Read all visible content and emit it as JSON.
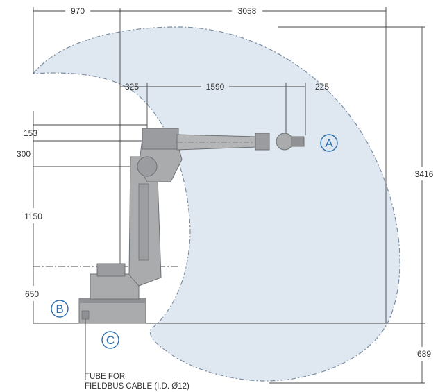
{
  "dimensions": {
    "top_left": "970",
    "top_right": "3058",
    "arm_offset": "325",
    "arm_length": "1590",
    "wrist": "225",
    "left_153": "153",
    "left_300": "300",
    "left_1150": "1150",
    "left_650": "650",
    "right_height": "3416",
    "right_below": "689"
  },
  "labels": {
    "a": "A",
    "b": "B",
    "c": "C"
  },
  "note": {
    "line1": "TUBE FOR",
    "line2": "FIELDBUS CABLE (I.D. Ø12)"
  },
  "colors": {
    "work_area": "#dfe8f1",
    "work_area_edge": "#7c8ea3",
    "robot_body": "#a9abad",
    "robot_dark": "#6e7174",
    "dimension_line": "#444444",
    "label_circle": "#2f6fb0"
  }
}
